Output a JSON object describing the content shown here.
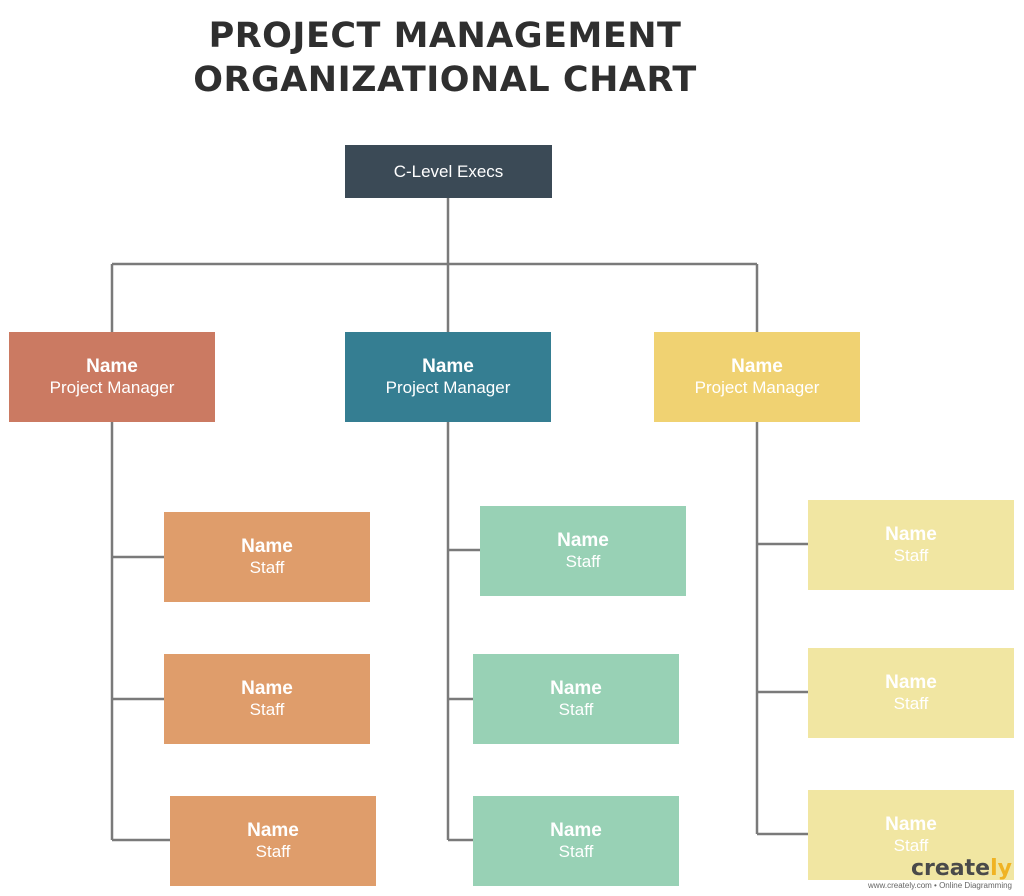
{
  "title": {
    "line1": "PROJECT MANAGEMENT",
    "line2": "ORGANIZATIONAL CHART"
  },
  "exec": {
    "label": "C-Level Execs"
  },
  "managers": [
    {
      "name": "Name",
      "role": "Project Manager",
      "color": "#cb7a62"
    },
    {
      "name": "Name",
      "role": "Project Manager",
      "color": "#357e92"
    },
    {
      "name": "Name",
      "role": "Project Manager",
      "color": "#f0d272"
    }
  ],
  "staff": [
    [
      {
        "name": "Name",
        "role": "Staff"
      },
      {
        "name": "Name",
        "role": "Staff"
      },
      {
        "name": "Name",
        "role": "Staff"
      }
    ],
    [
      {
        "name": "Name",
        "role": "Staff"
      },
      {
        "name": "Name",
        "role": "Staff"
      },
      {
        "name": "Name",
        "role": "Staff"
      }
    ],
    [
      {
        "name": "Name",
        "role": "Staff"
      },
      {
        "name": "Name",
        "role": "Staff"
      },
      {
        "name": "Name",
        "role": "Staff"
      }
    ]
  ],
  "colors": {
    "exec": "#3b4a56",
    "staff_col1": "#df9d6b",
    "staff_col2": "#98d1b5",
    "staff_col3": "#f1e6a2",
    "connector": "#7a7a7a"
  },
  "brand": {
    "logo_main": "create",
    "logo_accent": "ly",
    "tagline": "www.creately.com • Online Diagramming"
  }
}
